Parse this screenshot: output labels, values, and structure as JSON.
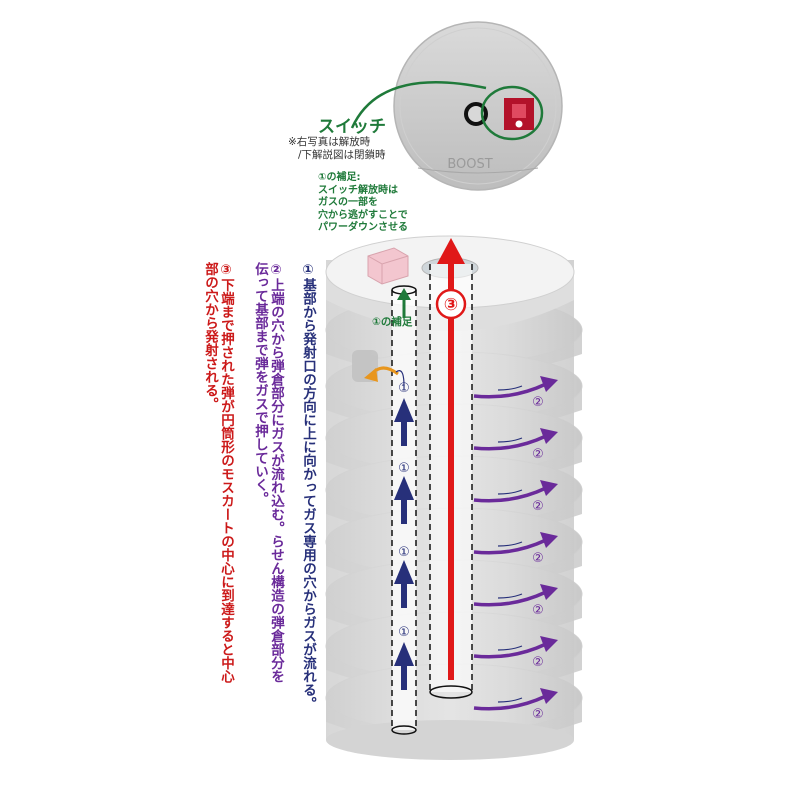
{
  "switch": {
    "title": "スイッチ",
    "note_line1": "※右写真は解放時",
    "note_line2": "/下解説図は閉鎖時",
    "coin_text": "BOOST"
  },
  "supplement": {
    "title": "①の補足:",
    "line1": "スイッチ解放時は",
    "line2": "ガスの一部を",
    "line3": "穴から逃がすことで",
    "line4": "パワーダウンさせる",
    "short_label": "①の補足"
  },
  "steps": {
    "step1": "①基部から発射口の方向に上に向かってガス専用の穴からガスが流れる。",
    "step2": "②上端の穴から弾倉部分にガスが流れ込む。らせん構造の弾倉部分を伝って基部まで弾をガスで押していく。",
    "step3": "③下端まで押された弾が円筒形のモスカートの中心に到達すると中心部の穴から発射される。"
  },
  "markers": {
    "one": "①",
    "two": "②",
    "three": "③"
  },
  "colors": {
    "step1": "#27307a",
    "step2": "#6a2a9a",
    "step3": "#cc1a1a",
    "supplement": "#1f7a3a",
    "release_arrow": "#e8961e"
  }
}
